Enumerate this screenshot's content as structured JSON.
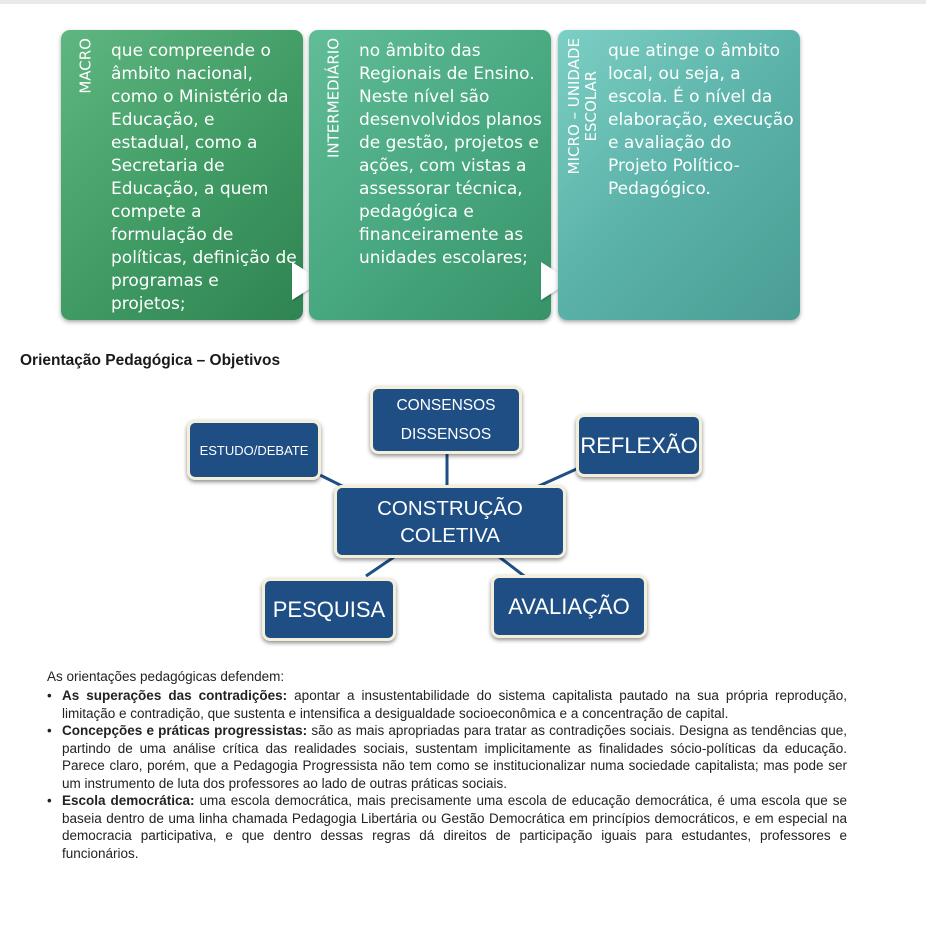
{
  "process": [
    {
      "label_lines": [
        "MACRO"
      ],
      "text": "que compreende o âmbito nacional, como o Ministério da Educação, e estadual, como a Secretaria de Educação, a quem compete a formulação de políticas, definição de programas e projetos;"
    },
    {
      "label_lines": [
        "INTERMEDIÁRIO"
      ],
      "text": "no âmbito das Regionais de Ensino. Neste nível são desenvolvidos planos de gestão, projetos e ações, com vistas a assessorar técnica, pedagógica e financeiramente as unidades escolares;"
    },
    {
      "label_lines": [
        "MICRO – UNIDADE",
        "ESCOLAR"
      ],
      "text": "que atinge o âmbito local, ou seja, a escola. É o nível da elaboração, execução e avaliação do Projeto Político-Pedagógico."
    }
  ],
  "section_title": "Orientação Pedagógica – Objetivos",
  "diagram": {
    "center": [
      "CONSTRUÇÃO",
      "COLETIVA"
    ],
    "consensos": [
      "CONSENSOS",
      "DISSENSOS"
    ],
    "estudo": "ESTUDO/DEBATE",
    "reflexao": "REFLEXÃO",
    "pesquisa": "PESQUISA",
    "avaliacao": "AVALIAÇÃO"
  },
  "intro": "As orientações pedagógicas defendem:",
  "bullets": [
    {
      "term": "As superações das contradições:",
      "text": " apontar a insustentabilidade do sistema capitalista pautado na sua própria reprodução, limitação e contradição, que sustenta e intensifica a desigualdade socioeconômica e a concentração de capital."
    },
    {
      "term": "Concepções e práticas progressistas:",
      "text": " são as mais apropriadas para tratar as contradições sociais. Designa as tendências que, partindo de uma análise crítica das realidades sociais, sustentam implicitamente as finalidades sócio-políticas da educação. Parece claro, porém, que a Pedagogia Progressista não tem como se institucionalizar numa sociedade capitalista; mas pode ser um instrumento de luta dos professores ao lado de outras práticas sociais."
    },
    {
      "term": "Escola democrática:",
      "text": " uma escola democrática, mais precisamente uma escola de educação democrática, é uma escola que se baseia dentro de uma linha chamada Pedagogia Libertária ou Gestão Democrática em princípios democráticos, e em especial na democracia participativa, e que dentro dessas regras dá direitos de participação iguais para estudantes, professores e funcionários."
    }
  ]
}
